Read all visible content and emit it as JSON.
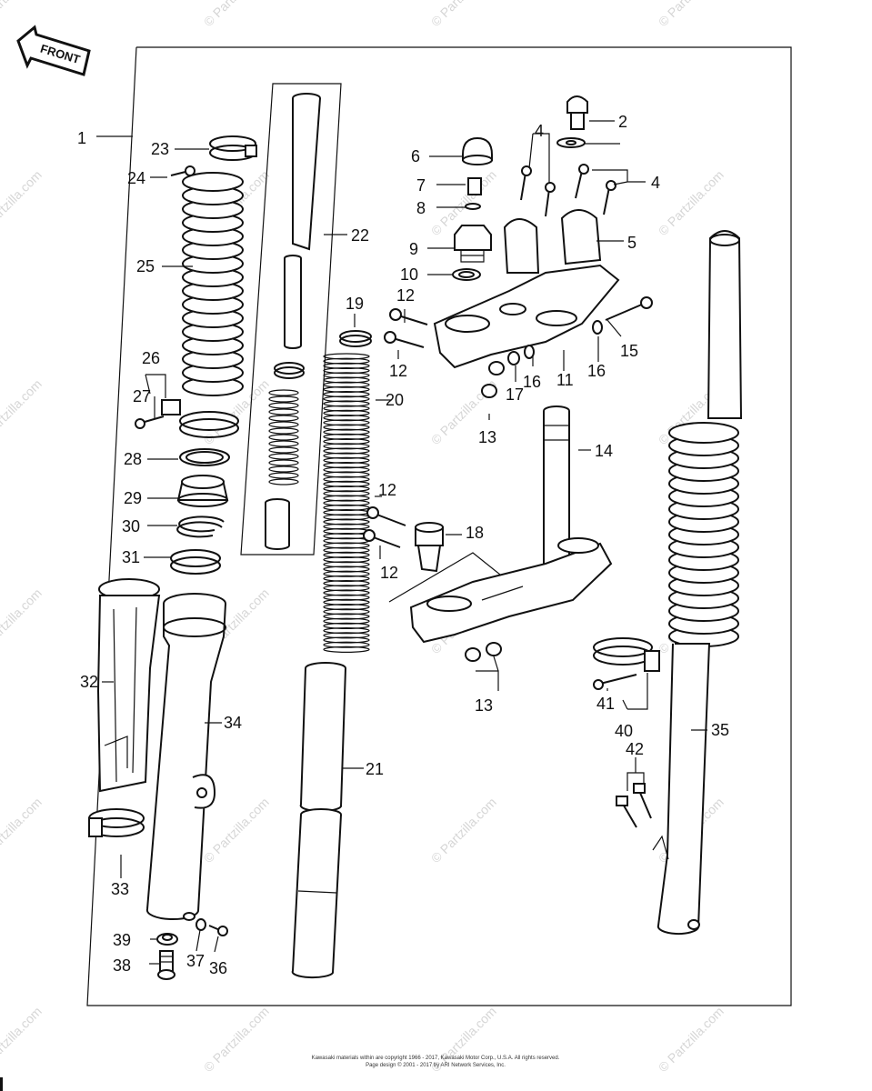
{
  "front_badge": "FRONT",
  "watermark": "© Partzilla.com",
  "copyright_lines": [
    "Kawasaki materials within are copyright 1966 - 2017, Kawasaki Motor Corp., U.S.A. All rights reserved.",
    "Page design © 2001 - 2017 by ARI Network Services, Inc."
  ],
  "callouts": {
    "c1": "1",
    "c2": "2",
    "c4a": "4",
    "c4b": "4",
    "c5": "5",
    "c6": "6",
    "c7": "7",
    "c8": "8",
    "c9": "9",
    "c10": "10",
    "c11": "11",
    "c12a": "12",
    "c12b": "12",
    "c12c": "12",
    "c12d": "12",
    "c13a": "13",
    "c13b": "13",
    "c14": "14",
    "c15": "15",
    "c16a": "16",
    "c16b": "16",
    "c17": "17",
    "c18": "18",
    "c19": "19",
    "c20": "20",
    "c21": "21",
    "c22": "22",
    "c23": "23",
    "c24": "24",
    "c25": "25",
    "c26": "26",
    "c27": "27",
    "c28": "28",
    "c29": "29",
    "c30": "30",
    "c31": "31",
    "c32": "32",
    "c33": "33",
    "c34": "34",
    "c35": "35",
    "c36": "36",
    "c37": "37",
    "c38": "38",
    "c39": "39",
    "c40": "40",
    "c41": "41",
    "c42": "42"
  }
}
